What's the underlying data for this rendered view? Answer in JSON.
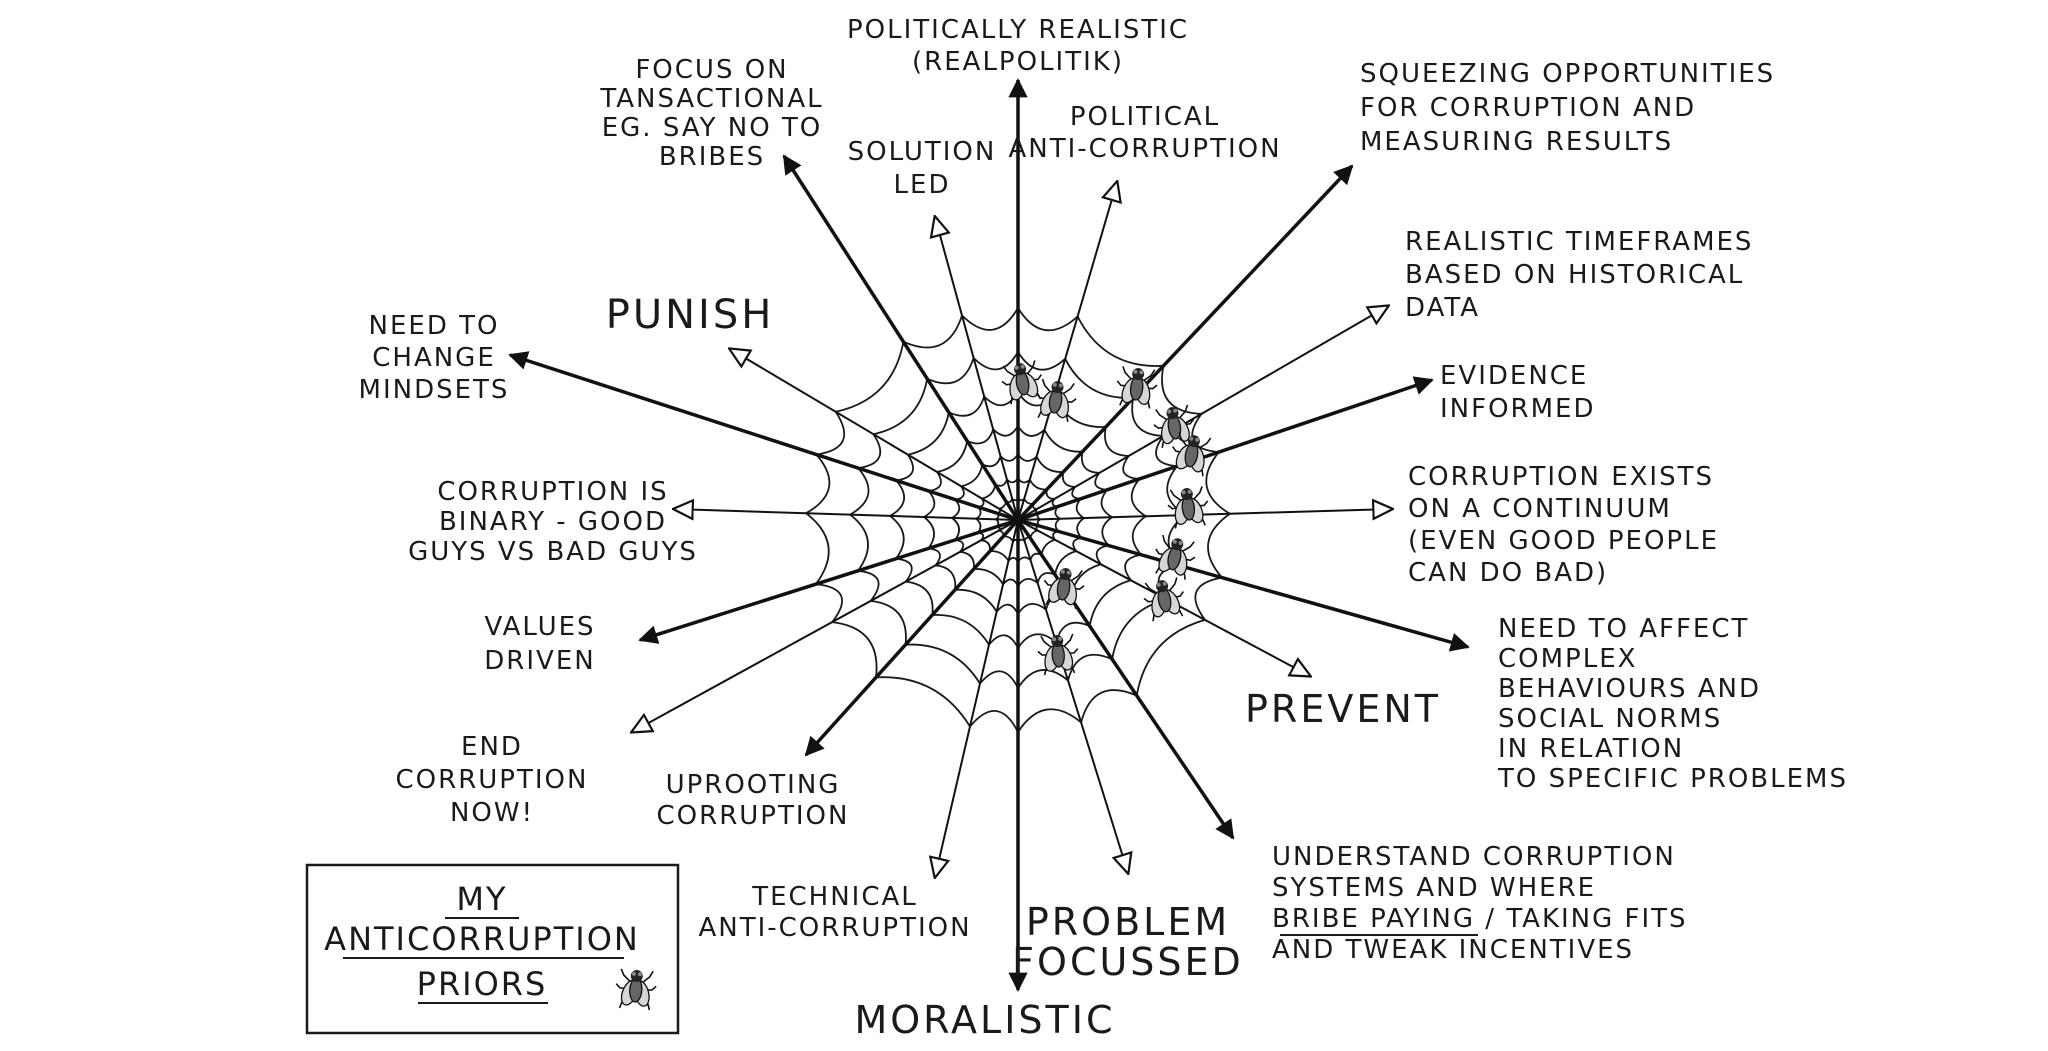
{
  "spokes": [
    {
      "label": [
        "POLITICALLY REALISTIC",
        "(REALPOLITIK)"
      ]
    },
    {
      "label": [
        "POLITICAL",
        "ANTI-CORRUPTION"
      ]
    },
    {
      "label": [
        "SQUEEZING OPPORTUNITIES",
        "FOR CORRUPTION AND",
        "MEASURING RESULTS"
      ]
    },
    {
      "label": [
        "REALISTIC TIMEFRAMES",
        "BASED ON HISTORICAL",
        "DATA"
      ]
    },
    {
      "label": [
        "EVIDENCE",
        "INFORMED"
      ]
    },
    {
      "label": [
        "CORRUPTION EXISTS",
        "ON A CONTINUUM",
        "(EVEN GOOD PEOPLE",
        "CAN DO BAD)"
      ]
    },
    {
      "label": [
        "NEED TO AFFECT",
        "COMPLEX",
        "BEHAVIOURS AND",
        "SOCIAL NORMS",
        "IN RELATION",
        "TO SPECIFIC PROBLEMS"
      ]
    },
    {
      "label": [
        "PREVENT"
      ]
    },
    {
      "label": [
        "UNDERSTAND CORRUPTION",
        "SYSTEMS AND WHERE",
        "BRIBE PAYING / TAKING FITS",
        "AND TWEAK INCENTIVES"
      ]
    },
    {
      "label": [
        "PROBLEM",
        "FOCUSSED"
      ]
    },
    {
      "label": [
        "MORALISTIC"
      ]
    },
    {
      "label": [
        "TECHNICAL",
        "ANTI-CORRUPTION"
      ]
    },
    {
      "label": [
        "UPROOTING",
        "CORRUPTION"
      ]
    },
    {
      "label": [
        "END",
        "CORRUPTION",
        "NOW!"
      ]
    },
    {
      "label": [
        "VALUES",
        "DRIVEN"
      ]
    },
    {
      "label": [
        "CORRUPTION IS",
        "BINARY - GOOD",
        "GUYS VS BAD GUYS"
      ]
    },
    {
      "label": [
        "NEED TO",
        "CHANGE",
        "MINDSETS"
      ]
    },
    {
      "label": [
        "PUNISH"
      ]
    },
    {
      "label": [
        "FOCUS ON",
        "TANSACTIONAL",
        "EG. SAY NO TO",
        "BRIBES"
      ]
    },
    {
      "label": [
        "SOLUTION",
        "LED"
      ]
    }
  ],
  "legend": {
    "line1": "MY",
    "line2": "ANTICORRUPTION",
    "line3": "PRIORS",
    "icon": "fly-icon"
  },
  "colors": {
    "ink": "#1a1a1a",
    "fly_body": "#666666",
    "fly_wing": "#d6d6d6"
  }
}
